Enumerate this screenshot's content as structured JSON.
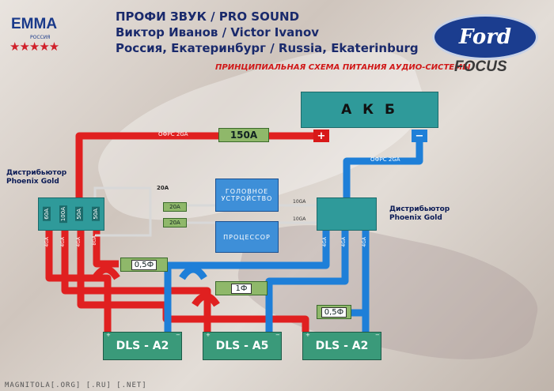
{
  "header": {
    "line1": "ПРОФИ ЗВУК / PRO SOUND",
    "line2": "Виктор Иванов / Victor Ivanov",
    "line3": "Россия, Екатеринбург / Russia, Ekaterinburg"
  },
  "logos": {
    "emma": "EMMA",
    "emma_sub": "РОССИЯ",
    "ford": "Ford",
    "ford_focus": "FOCUS"
  },
  "subtitle": "ПРИНЦИПИАЛЬНАЯ СХЕМА ПИТАНИЯ АУДИО-СИСТЕМЫ",
  "battery": {
    "label": "А К Б",
    "plus": "+",
    "minus": "−"
  },
  "fuse_main": "150A",
  "wire_top": "ОФРС 2GA",
  "wire_right": "ОФРС 2GA",
  "dist_left": {
    "title1": "Дистрибьютор",
    "title2": "Phoenix Gold",
    "fuses": [
      "60A",
      "100A",
      "50A",
      "50A"
    ]
  },
  "dist_right": {
    "title1": "Дистрибьютор",
    "title2": "Phoenix Gold"
  },
  "fuse_group_label": "20A",
  "small_fuses": [
    "20A",
    "20A"
  ],
  "head_unit": {
    "line1": "ГОЛОВНОЕ",
    "line2": "УСТРОЙСТВО"
  },
  "processor": "ПРОЦЕССОР",
  "wire_10ga": [
    "10GA",
    "10GA"
  ],
  "wire_4ga": "4GA",
  "wire_8ga": "8GA",
  "capacitors": [
    "0,5Ф",
    "1Ф",
    "0,5Ф"
  ],
  "amps": [
    "DLS - A2",
    "DLS - A5",
    "DLS - A2"
  ],
  "amp_plus": "+",
  "amp_minus": "−",
  "footer": "MAGNITOLA[.ORG] [.RU] [.NET]",
  "colors": {
    "red": "#e02020",
    "blue": "#1e7fd8",
    "teal": "#2f9a9a",
    "green": "#8fb86a",
    "gray": "#c8c8c8"
  }
}
